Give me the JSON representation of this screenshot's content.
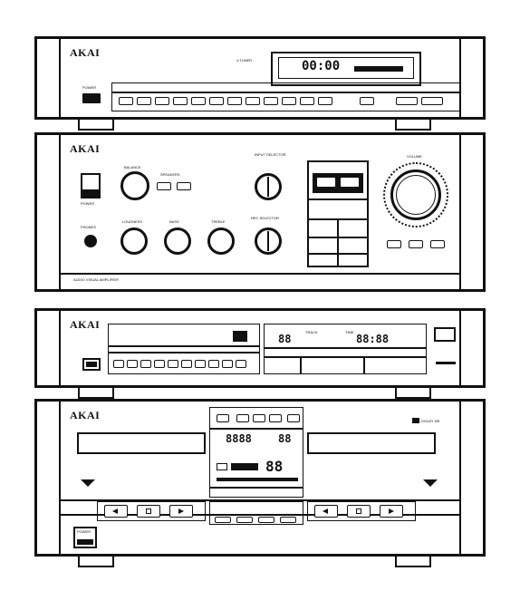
{
  "brand": "AKAI",
  "tuner": {
    "clock_display": "00:00",
    "power_label": "POWER",
    "model_label": "V.TUNER"
  },
  "amplifier": {
    "balance_label": "BALANCE",
    "speakers_label": "SPEAKERS",
    "power_label": "POWER",
    "phones_label": "PHONES",
    "input_selector_label": "INPUT SELECTOR",
    "bass_label": "BASS",
    "treble_label": "TREBLE",
    "loudness_label": "LOUDNESS",
    "record_selector_label": "REC SELECTOR",
    "volume_label": "VOLUME",
    "footer_label": "AUDIO VISUAL AMPLIFIER"
  },
  "cd_player": {
    "display_left": "88",
    "display_right": "88:88",
    "track_label": "TRACK",
    "time_label": "TIME"
  },
  "cassette": {
    "counter_left": "8888",
    "counter_right": "88",
    "counter_big": "88",
    "dolby_label": "DOLBY NR",
    "power_label": "POWER"
  }
}
